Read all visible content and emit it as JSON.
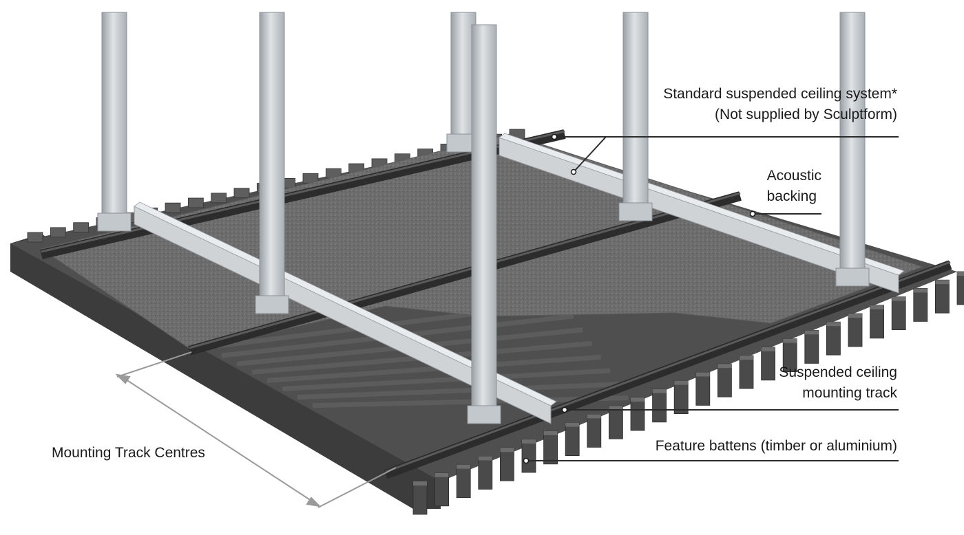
{
  "labels": {
    "standard_system": {
      "line1": "Standard suspended ceiling system*",
      "line2": "(Not supplied by Sculptform)"
    },
    "acoustic_backing": {
      "line1": "Acoustic",
      "line2": "backing"
    },
    "mounting_track": {
      "line1": "Suspended ceiling",
      "line2": "mounting track"
    },
    "feature_battens": {
      "line1": "Feature battens (timber or aluminium)"
    },
    "mounting_track_centres": {
      "line1": "Mounting Track Centres"
    }
  },
  "colors": {
    "batten": "#4a4a4a",
    "batten_top": "#6a6a6a",
    "acoustic": "#6e6e6e",
    "track": "#3a3a3a",
    "steel": "#c8ccd0",
    "leader": "#2a2a2a",
    "dimension": "#9a9a9a"
  }
}
